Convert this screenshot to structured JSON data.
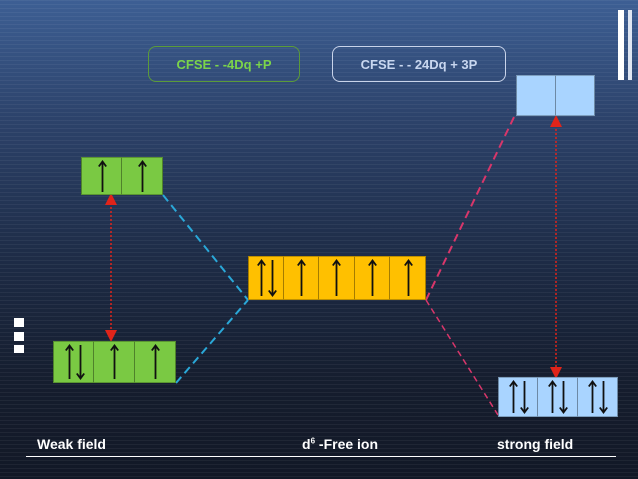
{
  "colors": {
    "weak_fill": "#7ac943",
    "free_fill": "#ffc000",
    "strong_fill": "#a9d4ff",
    "weak_line": "#2aa8d8",
    "strong_line": "#d8366a",
    "arrow_red": "#e0241a",
    "cfse1_border": "#5b9b3a",
    "cfse1_text": "#7bd44a",
    "cfse2_border": "#c9d4ea",
    "cfse2_text": "#c9d7f0"
  },
  "cfse_weak": "CFSE - -4Dq +P",
  "cfse_strong": "CFSE - - 24Dq + 3P",
  "labels": {
    "weak": "Weak field",
    "free_base": "d",
    "free_sup": "6",
    "free_rest": " -Free ion",
    "strong": "strong field"
  },
  "levels": {
    "weak_upper": [
      [
        "up"
      ],
      [
        "up"
      ]
    ],
    "weak_lower": [
      [
        "up",
        "down"
      ],
      [
        "up"
      ],
      [
        "up"
      ]
    ],
    "free_ion": [
      [
        "up",
        "down"
      ],
      [
        "up"
      ],
      [
        "up"
      ],
      [
        "up"
      ],
      [
        "up"
      ]
    ],
    "strong_upper": [
      [],
      []
    ],
    "strong_lower": [
      [
        "up",
        "down"
      ],
      [
        "up",
        "down"
      ],
      [
        "up",
        "down"
      ]
    ]
  },
  "icons": {
    "spin_up": "arrow-up-icon",
    "spin_down": "arrow-down-icon"
  }
}
